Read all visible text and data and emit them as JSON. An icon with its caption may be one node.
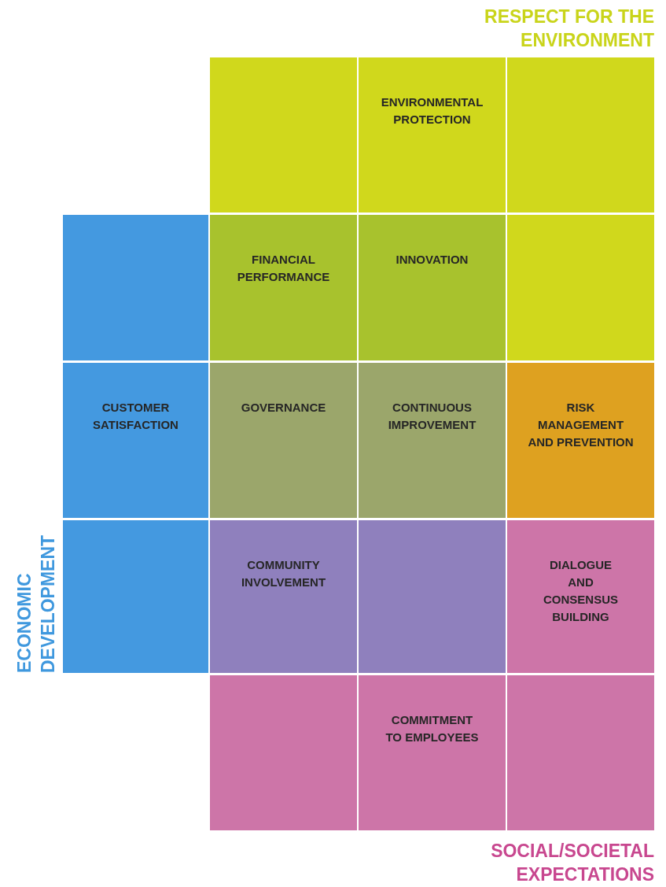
{
  "diagram": {
    "nodes": [
      {
        "text": [],
        "shape": "box"
      },
      {
        "text": [
          "ENVIRONMENTAL PROTECTION"
        ]
      },
      {
        "text": [],
        "shape": "box"
      },
      {
        "text": [],
        "shape": "box"
      },
      {
        "text": [
          "FINANCIAL PERFORMANCE"
        ]
      },
      {
        "text": [
          "INNOVATION"
        ]
      },
      {
        "text": [],
        "shape": "box"
      },
      {
        "text": [
          "CUSTOMER SATISFACTION"
        ]
      },
      {
        "text": [
          "GOVERNANCE"
        ]
      },
      {
        "text": [
          "CONTINUOUS IMPROVEMENT"
        ]
      },
      {
        "text": [
          "RISK MANAGEMENT AND PREVENTION"
        ]
      },
      {
        "text": [],
        "shape": "box"
      },
      {
        "text": [
          "COMMUNITY INVOLVEMENT"
        ]
      },
      {
        "text": [],
        "shape": "box"
      },
      {
        "text": [
          "DIALOGUE AND CONSENSUS BUILDING"
        ]
      },
      {
        "text": [],
        "shape": "box"
      },
      {
        "text": [
          "COMMITMENT TO EMPLOYEES"
        ]
      },
      {
        "text": [],
        "shape": "box"
      }
    ],
    "edges": [],
    "labels": [
      "RESPECT FOR THE ENVIRONMENT",
      "ECONOMIC DEVELOPMENT",
      "SOCIAL/SOCIETAL EXPECTATIONS"
    ]
  }
}
